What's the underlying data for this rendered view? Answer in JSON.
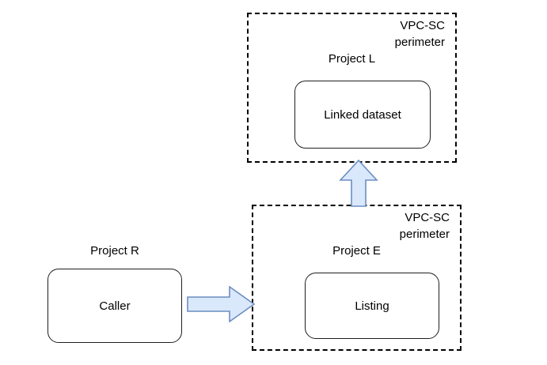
{
  "diagram": {
    "title_present": false,
    "background_color": "#ffffff",
    "perimeter_l": {
      "perimeter_label": "VPC-SC\nperimeter",
      "project_label": "Project L",
      "node_label": "Linked dataset"
    },
    "perimeter_e": {
      "perimeter_label": "VPC-SC\nperimeter",
      "project_label": "Project E",
      "node_label": "Listing"
    },
    "project_r": {
      "project_label": "Project R",
      "node_label": "Caller"
    },
    "arrows": [
      {
        "name": "caller-to-listing",
        "direction": "right",
        "fill_color": "#dae8fc",
        "stroke_color": "#6c8ebf"
      },
      {
        "name": "listing-to-linked-dataset",
        "direction": "up",
        "fill_color": "#dae8fc",
        "stroke_color": "#6c8ebf"
      }
    ],
    "colors": {
      "node_stroke": "#1f1f1f",
      "node_fill": "#ffffff",
      "perimeter_stroke": "#000000",
      "text": "#000000",
      "arrow_fill": "#dae8fc",
      "arrow_stroke": "#6c8ebf"
    }
  }
}
